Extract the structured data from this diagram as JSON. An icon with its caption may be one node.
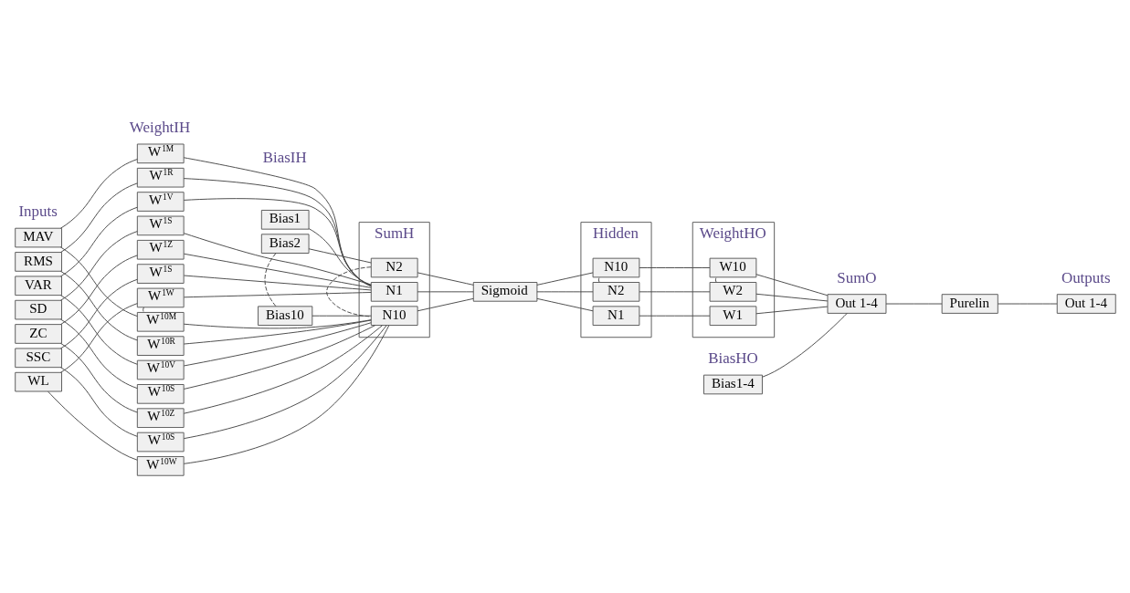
{
  "diagram": {
    "nodes": [
      {
        "text": [
          "MAV"
        ]
      },
      {
        "text": [
          "RMS"
        ]
      },
      {
        "text": [
          "VAR"
        ]
      },
      {
        "text": [
          "SD"
        ]
      },
      {
        "text": [
          "ZC"
        ]
      },
      {
        "text": [
          "SSC"
        ]
      },
      {
        "text": [
          "WL"
        ]
      },
      {
        "text": [
          "W$^{1M}$"
        ]
      },
      {
        "text": [
          "W$^{1R}$"
        ]
      },
      {
        "text": [
          "W$^{1V}$"
        ]
      },
      {
        "text": [
          "W$^{1S}$"
        ]
      },
      {
        "text": [
          "W$^{1Z}$"
        ]
      },
      {
        "text": [
          "W$^{1S}$"
        ]
      },
      {
        "text": [
          "W$^{1W}$"
        ]
      },
      {
        "text": [
          "W$^{10M}$"
        ]
      },
      {
        "text": [
          "W$^{10R}$"
        ]
      },
      {
        "text": [
          "W$^{10V}$"
        ]
      },
      {
        "text": [
          "W$^{10S}$"
        ]
      },
      {
        "text": [
          "W$^{10Z}$"
        ]
      },
      {
        "text": [
          "W$^{10S}$"
        ]
      },
      {
        "text": [
          "W$^{10W}$"
        ]
      },
      {
        "text": [
          "Bias1"
        ]
      },
      {
        "text": [
          "Bias2"
        ]
      },
      {
        "text": [
          "Bias10"
        ]
      },
      {
        "text": [
          "SumH"
        ]
      },
      {
        "text": [
          "N1"
        ],
        "in": 24
      },
      {
        "text": [
          "N2"
        ],
        "in": 24
      },
      {
        "text": [
          "N10"
        ],
        "in": 24
      },
      {
        "text": [
          "Sigmoid"
        ]
      },
      {
        "text": [
          "Hidden"
        ]
      },
      {
        "text": [
          "N1"
        ],
        "in": 29
      },
      {
        "text": [
          "N2"
        ],
        "in": 29
      },
      {
        "text": [
          "N10"
        ],
        "in": 29
      },
      {
        "text": [
          "WeightHO"
        ]
      },
      {
        "text": [
          "W1"
        ],
        "in": 33
      },
      {
        "text": [
          "W2"
        ],
        "in": 33
      },
      {
        "text": [
          "W10"
        ],
        "in": 33
      },
      {
        "text": [
          "Bias1-4"
        ]
      },
      {
        "text": [
          "Out 1-4"
        ]
      },
      {
        "text": [
          "Purelin"
        ]
      },
      {
        "text": [
          "Out 1-4"
        ]
      }
    ],
    "edges": [
      {
        "from": 0,
        "to": 7,
        "arrow": "none"
      },
      {
        "from": 0,
        "to": 14,
        "arrow": "none"
      },
      {
        "from": 1,
        "to": 8,
        "arrow": "none"
      },
      {
        "from": 1,
        "to": 15,
        "arrow": "none"
      },
      {
        "from": 2,
        "to": 9,
        "arrow": "none"
      },
      {
        "from": 2,
        "to": 16,
        "arrow": "none"
      },
      {
        "from": 3,
        "to": 10,
        "arrow": "none"
      },
      {
        "from": 3,
        "to": 17,
        "arrow": "none"
      },
      {
        "from": 4,
        "to": 11,
        "arrow": "none"
      },
      {
        "from": 4,
        "to": 18,
        "arrow": "none"
      },
      {
        "from": 5,
        "to": 12,
        "arrow": "none"
      },
      {
        "from": 5,
        "to": 19,
        "arrow": "none"
      },
      {
        "from": 6,
        "to": 13,
        "arrow": "none"
      },
      {
        "from": 6,
        "to": 20,
        "arrow": "none"
      },
      {
        "from": 13,
        "to": 14,
        "arrow": "none",
        "style": "dashed"
      },
      {
        "from": 7,
        "to": 25,
        "arrow": "none"
      },
      {
        "from": 8,
        "to": 25,
        "arrow": "none"
      },
      {
        "from": 9,
        "to": 25,
        "arrow": "none"
      },
      {
        "from": 10,
        "to": 25,
        "arrow": "none"
      },
      {
        "from": 11,
        "to": 25,
        "arrow": "none"
      },
      {
        "from": 12,
        "to": 25,
        "arrow": "none"
      },
      {
        "from": 13,
        "to": 25,
        "arrow": "none"
      },
      {
        "from": 14,
        "to": 27,
        "arrow": "none"
      },
      {
        "from": 15,
        "to": 27,
        "arrow": "none"
      },
      {
        "from": 16,
        "to": 27,
        "arrow": "none"
      },
      {
        "from": 17,
        "to": 27,
        "arrow": "none"
      },
      {
        "from": 18,
        "to": 27,
        "arrow": "none"
      },
      {
        "from": 19,
        "to": 27,
        "arrow": "none"
      },
      {
        "from": 20,
        "to": 27,
        "arrow": "none"
      },
      {
        "from": 21,
        "to": 25,
        "arrow": "none"
      },
      {
        "from": 22,
        "to": 26,
        "arrow": "none"
      },
      {
        "from": 22,
        "to": 23,
        "arrow": "none",
        "style": "dashed"
      },
      {
        "from": 23,
        "to": 27,
        "arrow": "none"
      },
      {
        "from": 26,
        "to": 27,
        "arrow": "none",
        "style": "dashed"
      },
      {
        "from": 25,
        "to": 28,
        "arrow": "none"
      },
      {
        "from": 26,
        "to": 28,
        "arrow": "none"
      },
      {
        "from": 27,
        "to": 28,
        "arrow": "none"
      },
      {
        "from": 28,
        "to": 30,
        "arrow": "none"
      },
      {
        "from": 28,
        "to": 31,
        "arrow": "none"
      },
      {
        "from": 28,
        "to": 32,
        "arrow": "none"
      },
      {
        "from": 31,
        "to": 32,
        "arrow": "none",
        "style": "dashed"
      },
      {
        "from": 30,
        "to": 34,
        "arrow": "none"
      },
      {
        "from": 31,
        "to": 35,
        "arrow": "none"
      },
      {
        "from": 32,
        "to": 36,
        "arrow": "none"
      },
      {
        "from": 35,
        "to": 36,
        "arrow": "none",
        "style": "dashed"
      },
      {
        "from": 34,
        "to": 38,
        "arrow": "none"
      },
      {
        "from": 35,
        "to": 38,
        "arrow": "none"
      },
      {
        "from": 36,
        "to": 38,
        "arrow": "none"
      },
      {
        "from": 37,
        "to": 38,
        "arrow": "none"
      },
      {
        "from": 38,
        "to": 39,
        "arrow": "none"
      },
      {
        "from": 39,
        "to": 40,
        "arrow": "none"
      }
    ],
    "labels": [
      "WeightIH",
      "BiasIH",
      "Inputs",
      "BiasHO",
      "SumO",
      "Outputs"
    ]
  }
}
